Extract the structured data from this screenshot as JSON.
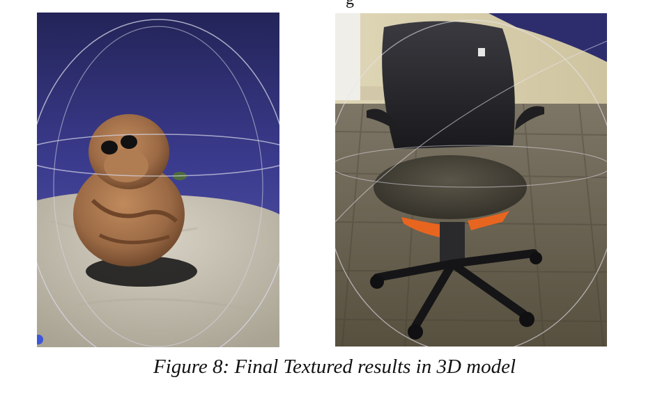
{
  "page_top_fragment": "g",
  "figures": [
    {
      "subject": "monkey-figurine-3d-model"
    },
    {
      "subject": "office-chair-3d-model"
    }
  ],
  "caption": "Figure 8: Final Textured results in 3D model",
  "colors": {
    "viewer_background": "#3b3b8e",
    "ground_surface": "#c8c3b5",
    "figurine_brown": "#9b6a45",
    "chair_black": "#1c1c1f",
    "carpet": "#6d6556",
    "highlight_orange": "#e8651f"
  }
}
